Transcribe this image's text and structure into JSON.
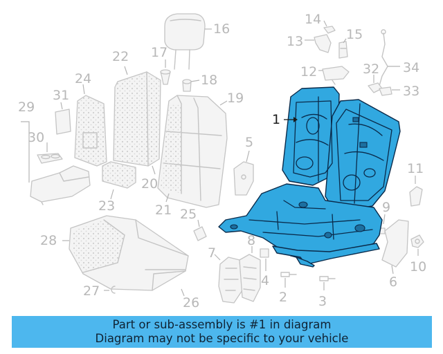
{
  "diagram": {
    "callouts": {
      "c1": "1",
      "c2": "2",
      "c3": "3",
      "c4": "4",
      "c5": "5",
      "c6": "6",
      "c7": "7",
      "c8": "8",
      "c9": "9",
      "c10": "10",
      "c11": "11",
      "c12": "12",
      "c13": "13",
      "c14": "14",
      "c15": "15",
      "c16": "16",
      "c17": "17",
      "c18": "18",
      "c19": "19",
      "c20": "20",
      "c21": "21",
      "c22": "22",
      "c23": "23",
      "c24": "24",
      "c25": "25",
      "c26": "26",
      "c27": "27",
      "c28": "28",
      "c29": "29",
      "c30": "30",
      "c31": "31",
      "c32": "32",
      "c33": "33",
      "c34": "34"
    },
    "highlight_color": "#31a8e0",
    "highlighted_part": "1"
  },
  "banner": {
    "line1": "Part or sub-assembly is #1 in diagram",
    "line2": "Diagram may not be specific to your vehicle",
    "background": "#4db7ee"
  }
}
